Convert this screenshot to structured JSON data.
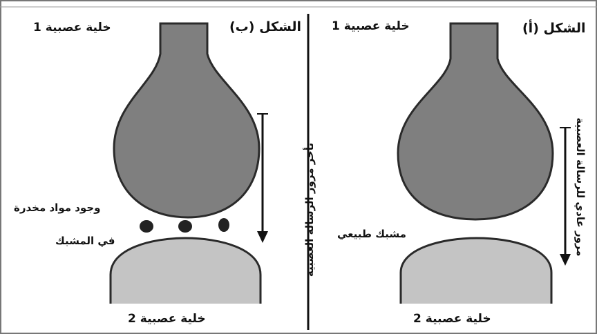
{
  "panel_a": {
    "title": "الشكل (أ)",
    "cell1_label": "خلية عصبية 1",
    "cell2_label": "خلية عصبية 2",
    "synapse_label": "مشبك طبيعي",
    "arrow_label": "مرور عادي للرسالة العصبية"
  },
  "panel_b": {
    "title": "الشكل (ب)",
    "cell1_label": "خلية عصبية 1",
    "cell2_label": "خلية عصبية 2",
    "substance_label": "وجود مواد مخدرة",
    "substance_label_2": "في المشبك",
    "arrow_label": "تأخر مرور الرسالة العصبية"
  },
  "colors": {
    "presynaptic": "#7f7f7f",
    "postsynaptic": "#c4c4c4",
    "outline": "#2a2a2a",
    "drug_dots": "#222222"
  }
}
